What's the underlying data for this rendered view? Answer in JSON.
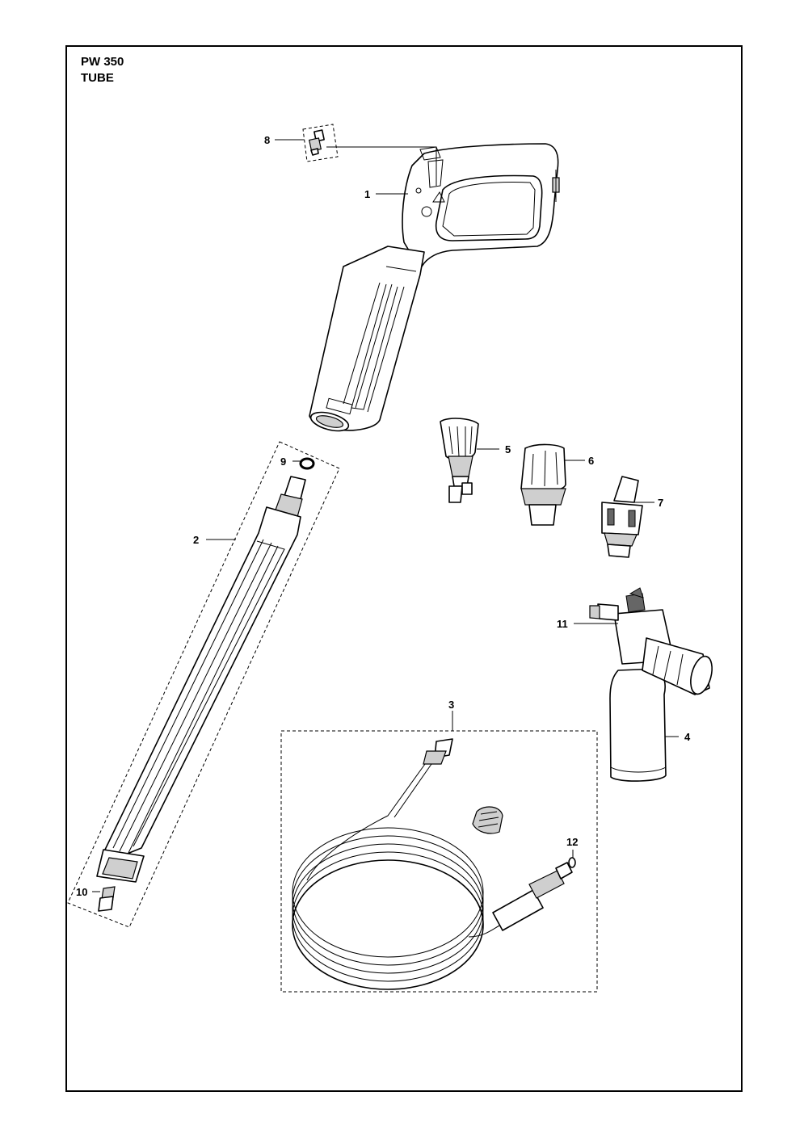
{
  "header": {
    "model": "PW 350",
    "assembly": "TUBE"
  },
  "callouts": [
    {
      "id": "c1",
      "label": "1"
    },
    {
      "id": "c2",
      "label": "2"
    },
    {
      "id": "c3",
      "label": "3"
    },
    {
      "id": "c4",
      "label": "4"
    },
    {
      "id": "c5",
      "label": "5"
    },
    {
      "id": "c6",
      "label": "6"
    },
    {
      "id": "c7",
      "label": "7"
    },
    {
      "id": "c8",
      "label": "8"
    },
    {
      "id": "c9",
      "label": "9"
    },
    {
      "id": "c10",
      "label": "10"
    },
    {
      "id": "c11",
      "label": "11"
    },
    {
      "id": "c12",
      "label": "12"
    }
  ]
}
